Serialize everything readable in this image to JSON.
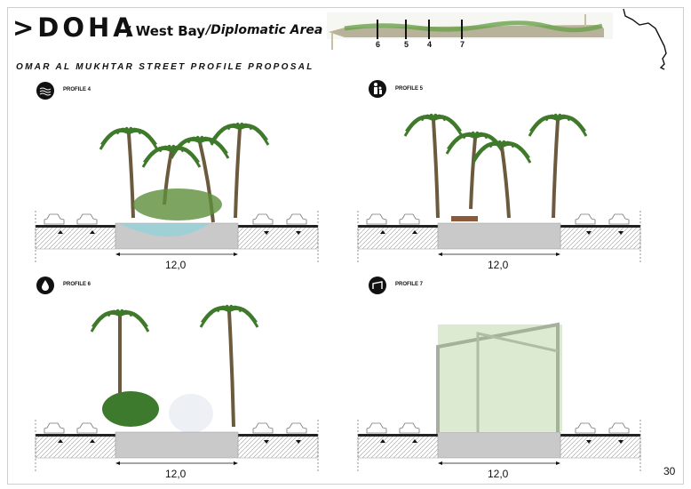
{
  "header": {
    "title": ">DOHA",
    "district": "/ West Bay",
    "area": "/Diplomatic Area"
  },
  "subtitle": "OMAR AL MUKHTAR STREET PROFILE PROPOSAL",
  "plan_markers": [
    "6",
    "5",
    "4",
    "7"
  ],
  "profiles": [
    {
      "label": "PROFILE 4",
      "icon": "water-waves-icon",
      "dimension": "12,0"
    },
    {
      "label": "PROFILE 5",
      "icon": "pedestrians-icon",
      "dimension": "12,0"
    },
    {
      "label": "PROFILE 6",
      "icon": "water-drop-icon",
      "dimension": "12,0"
    },
    {
      "label": "PROFILE 7",
      "icon": "pergola-icon",
      "dimension": "12,0"
    }
  ],
  "page_number": "30",
  "colors": {
    "palm": "#3f7a2a",
    "water": "#9fd0d6",
    "soil": "#c9c9c9",
    "road": "#222222"
  }
}
